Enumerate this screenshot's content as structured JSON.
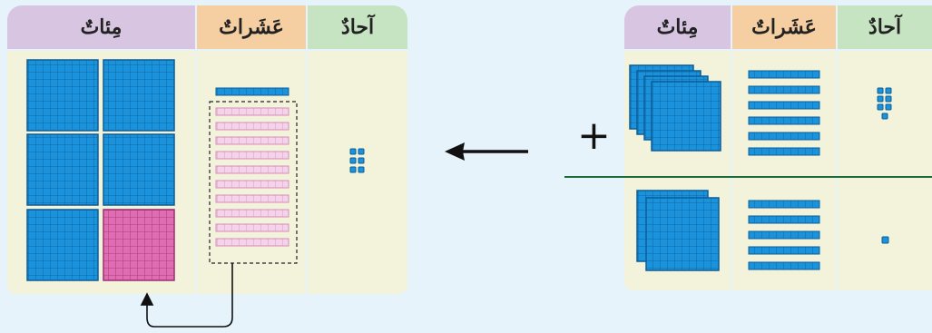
{
  "left_table": {
    "headers": {
      "hundreds": "مِئاتٌ",
      "tens": "عَشَراتٌ",
      "ones": "آحادٌ"
    },
    "blocks": {
      "hundreds_blue": 5,
      "hundreds_pink": 1,
      "tens_blue": 1,
      "tens_pink": 10,
      "ones": 6
    }
  },
  "right_table": {
    "headers": {
      "hundreds": "مِئاتٌ",
      "tens": "عَشَراتٌ",
      "ones": "آحادٌ"
    },
    "top_row": {
      "hundreds": 4,
      "tens": 6,
      "ones": 7
    },
    "bottom_row": {
      "hundreds": 2,
      "tens": 5,
      "ones": 1
    }
  },
  "operator": "+",
  "colors": {
    "blue": "#1a93dc",
    "pink": "#e06db2",
    "line": "#1d6b3a"
  }
}
